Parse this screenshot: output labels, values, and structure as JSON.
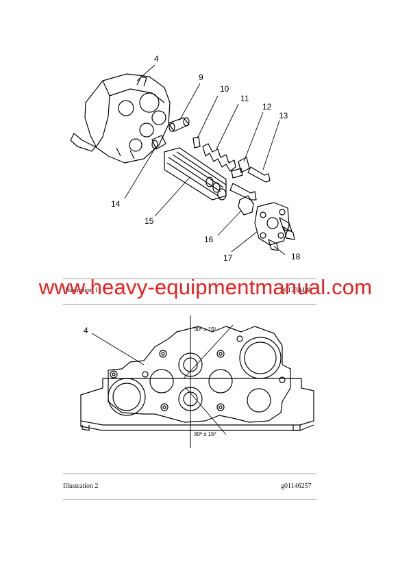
{
  "illustration1": {
    "caption_left": "Illustration 1",
    "caption_right": "g01234488",
    "callouts": [
      "4",
      "9",
      "10",
      "11",
      "12",
      "13",
      "14",
      "15",
      "16",
      "17",
      "18"
    ]
  },
  "watermark": "www.heavy-equipmentmanual.com",
  "illustration2": {
    "callout": "4",
    "angle_top": "30º ± 15º",
    "angle_bottom": "30º ± 15º",
    "caption_left": "Illustration 2",
    "caption_right": "g01146257"
  }
}
